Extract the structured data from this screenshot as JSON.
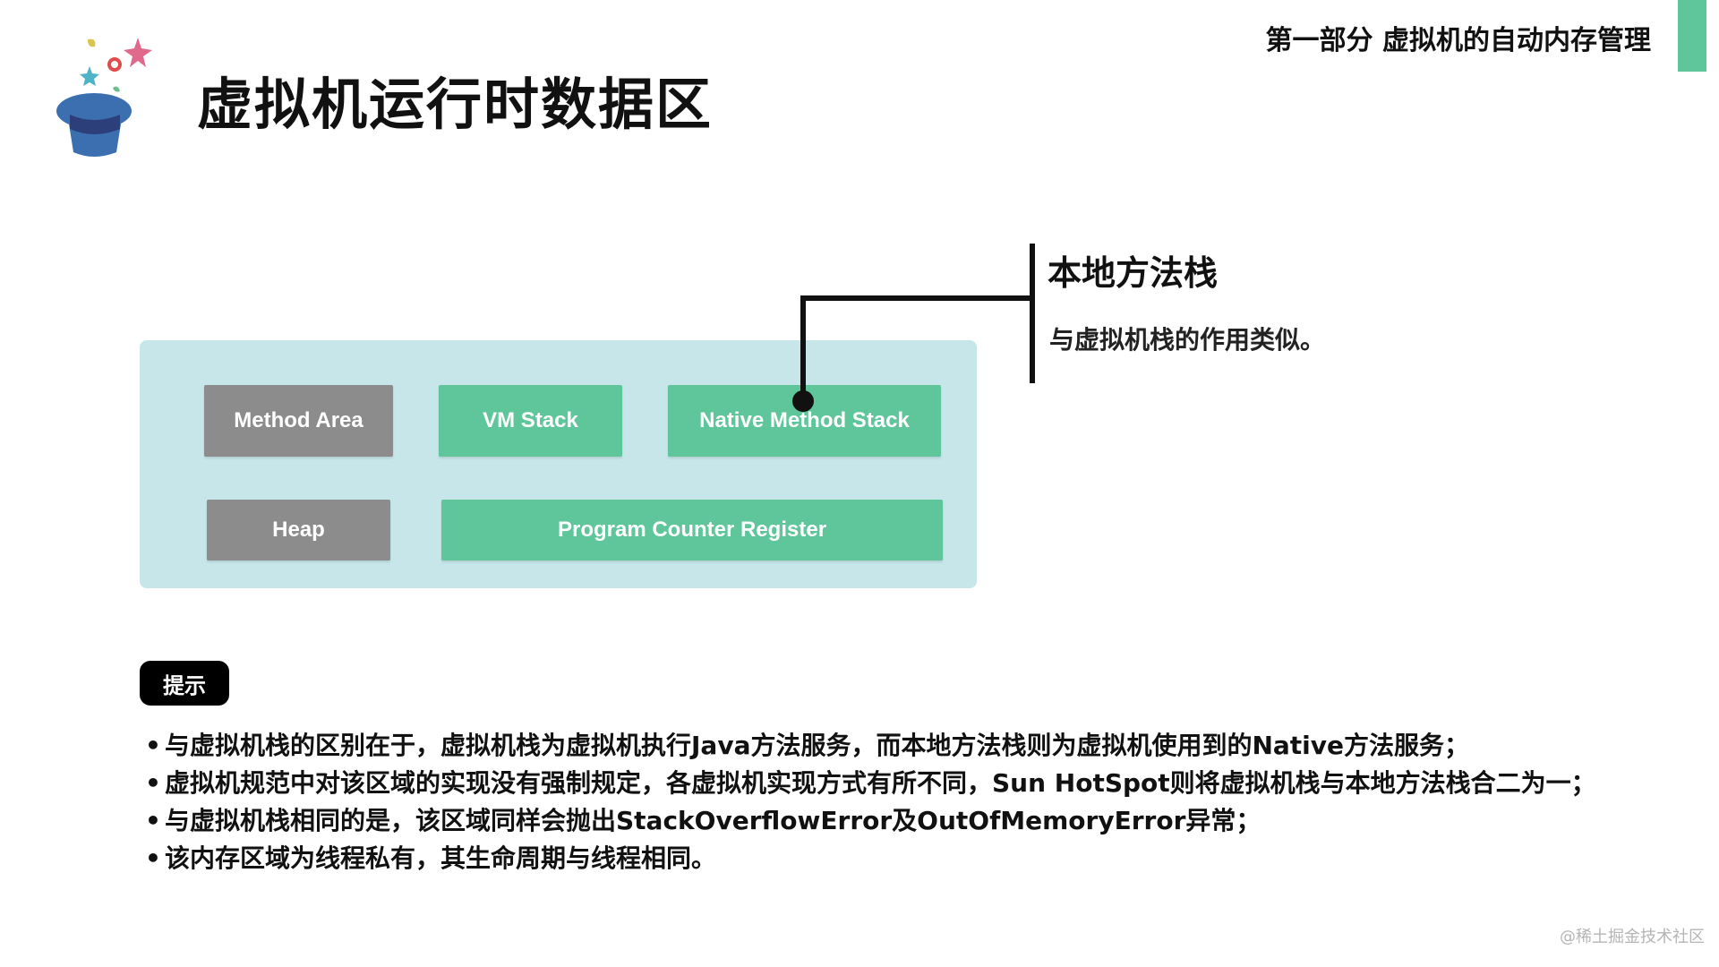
{
  "header": {
    "title": "虚拟机运行时数据区",
    "section": "第一部分 虚拟机的自动内存管理"
  },
  "colors": {
    "accent_green": "#5fc59a",
    "block_gray": "#8c8c8c",
    "panel_bg": "#c6e6ea",
    "badge_black": "#000000",
    "text_dark": "#111111",
    "logo_hat": "#3c6fb0",
    "logo_band": "#2d3f7a",
    "logo_star_pink": "#e06a8c",
    "logo_star_teal": "#4fb3c8",
    "logo_dot_red": "#e04b4b",
    "logo_leaf_yellow": "#d9c54a",
    "logo_leaf_green": "#6cbf8a"
  },
  "diagram": {
    "blocks": [
      {
        "id": "method-area",
        "label": "Method Area",
        "color": "gray"
      },
      {
        "id": "vm-stack",
        "label": "VM Stack",
        "color": "green"
      },
      {
        "id": "native-method-stack",
        "label": "Native Method Stack",
        "color": "green"
      },
      {
        "id": "heap",
        "label": "Heap",
        "color": "gray"
      },
      {
        "id": "program-counter-register",
        "label": "Program Counter Register",
        "color": "green"
      }
    ],
    "callout": {
      "title": "本地方法栈",
      "description": "与虚拟机栈的作用类似。"
    }
  },
  "tip": {
    "badge": "提示",
    "items": [
      "与虚拟机栈的区别在于，虚拟机栈为虚拟机执行Java方法服务，而本地方法栈则为虚拟机使用到的Native方法服务；",
      "虚拟机规范中对该区域的实现没有强制规定，各虚拟机实现方式有所不同，Sun HotSpot则将虚拟机栈与本地方法栈合二为一；",
      "与虚拟机栈相同的是，该区域同样会抛出StackOverflowError及OutOfMemoryError异常；",
      "该内存区域为线程私有，其生命周期与线程相同。"
    ]
  },
  "watermark": "@稀土掘金技术社区",
  "icons": [
    "magic-hat-logo-icon"
  ]
}
